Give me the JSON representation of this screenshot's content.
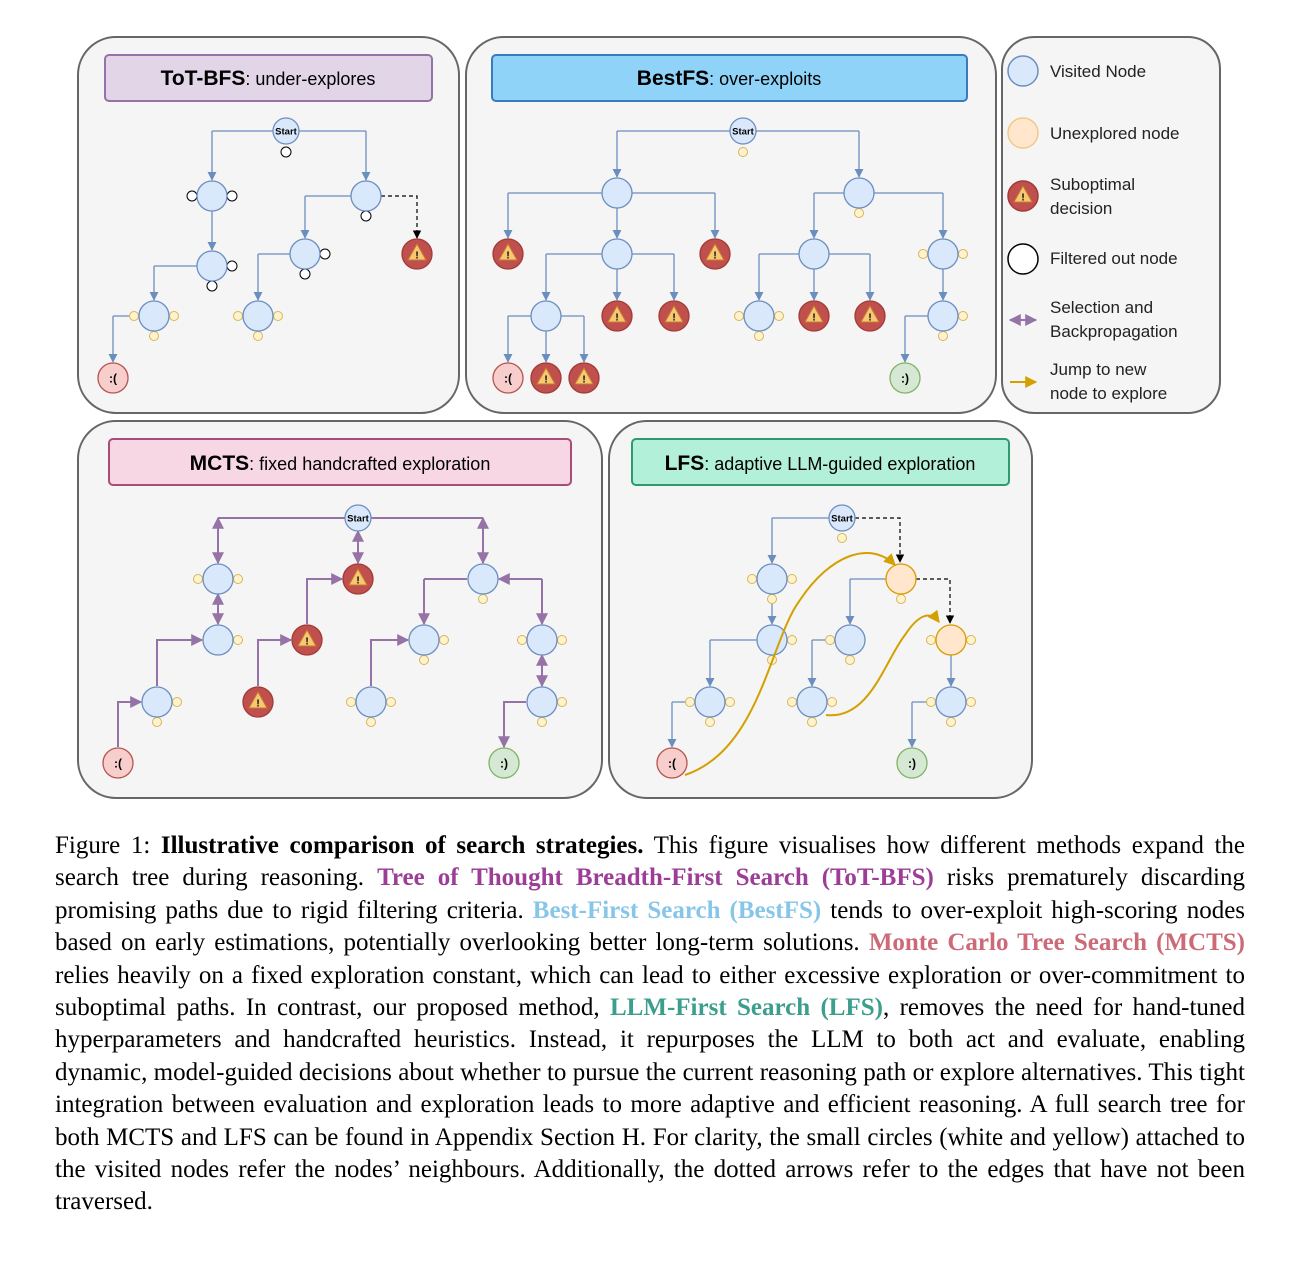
{
  "panels": {
    "tot": {
      "method": "ToT-BFS",
      "desc": ": under-explores"
    },
    "best": {
      "method": "BestFS",
      "desc": ": over-exploits"
    },
    "mcts": {
      "method": "MCTS",
      "desc": ": fixed handcrafted exploration"
    },
    "lfs": {
      "method": "LFS",
      "desc": ": adaptive LLM-guided exploration"
    }
  },
  "node_labels": {
    "start": "Start",
    "fail": ":(",
    "success": ":)",
    "warning": "!"
  },
  "legend": {
    "visited": [
      "Visited Node"
    ],
    "unexplored": [
      "Unexplored node"
    ],
    "suboptimal": [
      "Suboptimal",
      "decision"
    ],
    "filtered": [
      "Filtered out node"
    ],
    "selection": [
      "Selection and",
      "Backpropagation"
    ],
    "jump": [
      "Jump to new",
      "node to explore"
    ]
  },
  "colors": {
    "visited_fill": "#dae8fc",
    "visited_stroke": "#6c8ebf",
    "unexplored_fill": "#ffe6cc",
    "unexplored_stroke": "#d79b00",
    "neighbor_fill": "#fff2cc",
    "neighbor_stroke": "#d6b656",
    "suboptimal_fill": "#c0504d",
    "suboptimal_stroke": "#a33a36",
    "warning_fill": "#f7c873",
    "fail_fill": "#f8cecc",
    "fail_stroke": "#b85450",
    "success_fill": "#d5e8d4",
    "success_stroke": "#82b366",
    "edge": "#6c8ebf",
    "mcts_edge": "#9673a6",
    "jump": "#d4a000",
    "panel_fill": "#f5f5f5",
    "panel_stroke": "#666666",
    "tot_header_fill": "#e1d5e7",
    "tot_header_stroke": "#9673a6",
    "best_header_fill": "#8fd3f8",
    "best_header_stroke": "#3a7bbf",
    "mcts_header_fill": "#f8d7e5",
    "mcts_header_stroke": "#a64d79",
    "lfs_header_fill": "#b3f0d9",
    "lfs_header_stroke": "#2e9a6e"
  },
  "caption": {
    "figure_label": "Figure 1:",
    "bold_title": "Illustrative comparison of search strategies.",
    "s1": "This figure visualises how different methods expand the search tree during reasoning.",
    "tot_name": "Tree of Thought Breadth-First Search (ToT-BFS)",
    "s2": "risks prematurely discarding promising paths due to rigid filtering criteria.",
    "best_name": "Best-First Search (BestFS)",
    "s3": "tends to over-exploit high-scoring nodes based on early estimations, potentially overlooking better long-term solutions.",
    "mcts_name": "Monte Carlo Tree Search (MCTS)",
    "s4": "relies heavily on a fixed exploration constant, which can lead to either excessive exploration or over-commitment to suboptimal paths. In contrast, our proposed method,",
    "lfs_name": "LLM-First Search (LFS)",
    "s5": ", removes the need for hand-tuned hyperparameters and handcrafted heuristics. Instead, it repurposes the LLM to both act and evaluate, enabling dynamic, model-guided decisions about whether to pursue the current reasoning path or explore alternatives. This tight integration between evaluation and exploration leads to more adaptive and efficient reasoning. A full search tree for both MCTS and LFS can be found in Appendix Section H. For clarity, the small circles (white and yellow) attached to the visited nodes refer the nodes’ neighbours. Additionally, the dotted arrows refer to the edges that have not been traversed."
  }
}
